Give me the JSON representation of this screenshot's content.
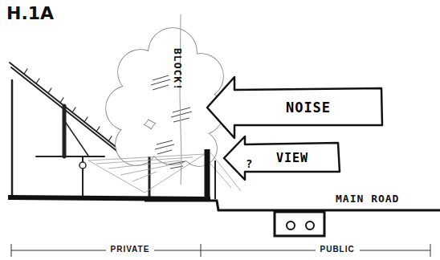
{
  "diagram": {
    "title": "H.1A",
    "nodes": [
      {
        "text": [
          "NOISE"
        ]
      },
      {
        "text": [
          "VIEW"
        ]
      }
    ],
    "labels": [
      "BLOCK!",
      "?",
      "MAIN ROAD",
      "PRIVATE",
      "PUBLIC"
    ]
  }
}
